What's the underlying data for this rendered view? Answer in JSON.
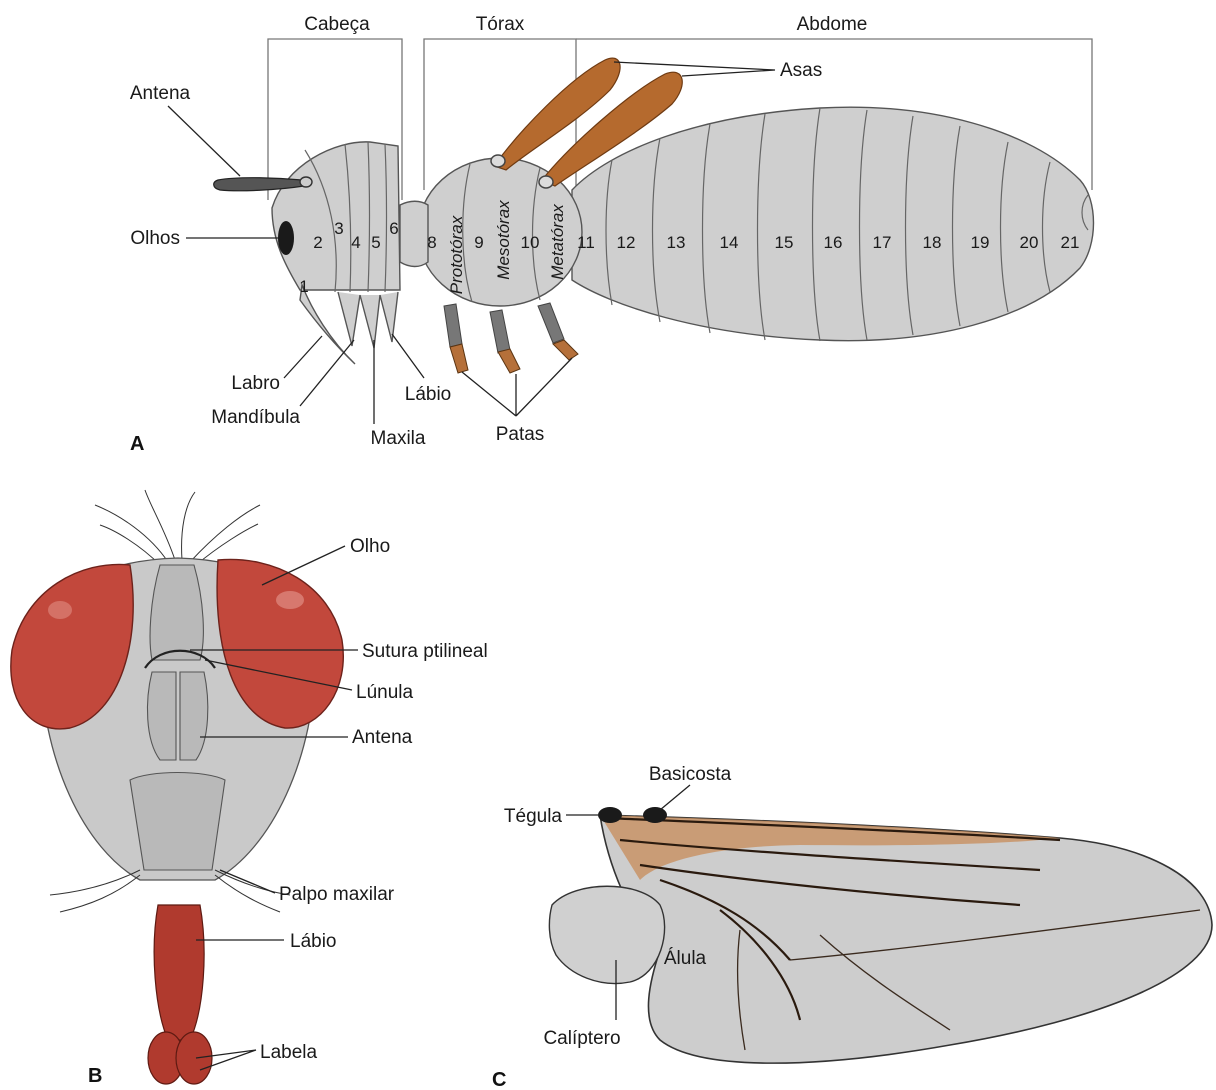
{
  "panels": {
    "a": "A",
    "b": "B",
    "c": "C"
  },
  "panel_a": {
    "regions": {
      "cabeca": "Cabeça",
      "torax": "Tórax",
      "abdome": "Abdome"
    },
    "labels": {
      "antena": "Antena",
      "olhos": "Olhos",
      "asas": "Asas",
      "labro": "Labro",
      "mandibula": "Mandíbula",
      "maxila": "Maxila",
      "labio": "Lábio",
      "patas": "Patas"
    },
    "thorax_segments": {
      "protorax": "Prototórax",
      "mesotorax": "Mesotórax",
      "metatorax": "Metatórax"
    },
    "segment_numbers": [
      "1",
      "2",
      "3",
      "4",
      "5",
      "6",
      "8",
      "9",
      "10",
      "11",
      "12",
      "13",
      "14",
      "15",
      "16",
      "17",
      "18",
      "19",
      "20",
      "21"
    ]
  },
  "panel_b": {
    "labels": {
      "olho": "Olho",
      "sutura": "Sutura ptilineal",
      "lunula": "Lúnula",
      "antena": "Antena",
      "palpo": "Palpo maxilar",
      "labio": "Lábio",
      "labela": "Labela"
    }
  },
  "panel_c": {
    "labels": {
      "basicosta": "Basicosta",
      "tegula": "Tégula",
      "alula": "Álula",
      "caliptero": "Calíptero"
    }
  },
  "colors": {
    "eye": "#c2483c",
    "wing_a": "#b56a2e",
    "labium": "#b03a2e",
    "body": "#cfcfcf"
  }
}
